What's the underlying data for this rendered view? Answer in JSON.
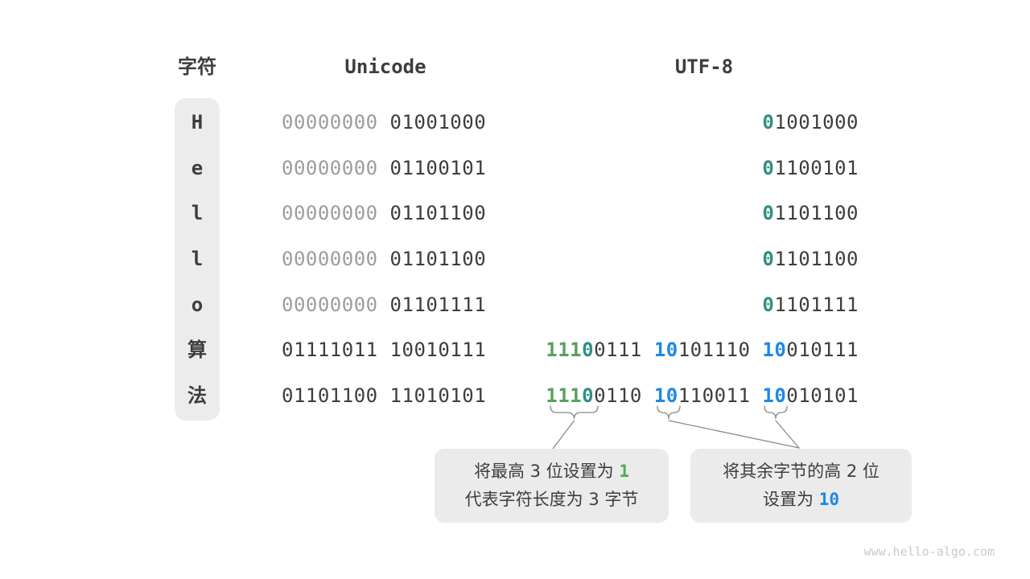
{
  "header": {
    "char": "字符",
    "unicode": "Unicode",
    "utf8": "UTF-8"
  },
  "rows": [
    {
      "char": "H",
      "unicode_hi": "00000000",
      "unicode_lo": "01001000",
      "utf8": {
        "first": "0",
        "rest": "1001000"
      }
    },
    {
      "char": "e",
      "unicode_hi": "00000000",
      "unicode_lo": "01100101",
      "utf8": {
        "first": "0",
        "rest": "1100101"
      }
    },
    {
      "char": "l",
      "unicode_hi": "00000000",
      "unicode_lo": "01101100",
      "utf8": {
        "first": "0",
        "rest": "1101100"
      }
    },
    {
      "char": "l",
      "unicode_hi": "00000000",
      "unicode_lo": "01101100",
      "utf8": {
        "first": "0",
        "rest": "1101100"
      }
    },
    {
      "char": "o",
      "unicode_hi": "00000000",
      "unicode_lo": "01101111",
      "utf8": {
        "first": "0",
        "rest": "1101111"
      }
    },
    {
      "char": "算",
      "unicode_hi": "01111011",
      "unicode_lo": "10010111",
      "utf8_3": {
        "g": "111",
        "t": "0",
        "r1": "0111",
        "p2": "10",
        "r2": "101110",
        "p3": "10",
        "r3": "010111"
      }
    },
    {
      "char": "法",
      "unicode_hi": "01101100",
      "unicode_lo": "11010101",
      "utf8_3": {
        "g": "111",
        "t": "0",
        "r1": "0110",
        "p2": "10",
        "r2": "110011",
        "p3": "10",
        "r3": "010101"
      }
    }
  ],
  "callouts": {
    "left": {
      "line1_prefix": "将最高 3 位设置为 ",
      "line1_highlight": "1",
      "line2": "代表字符长度为 3 字节"
    },
    "right": {
      "line1": "将其余字节的高 2 位",
      "line2_prefix": "设置为 ",
      "line2_highlight": "10"
    }
  },
  "watermark": "www.hello-algo.com",
  "colors": {
    "dark": "#3d3d3d",
    "gray": "#9c9c9c",
    "teal": "#2f8f82",
    "green": "#5a9f5d",
    "accentgreen": "#4caf50",
    "blue": "#1e88e5",
    "pillbg": "#ececec",
    "boxbg": "#ebebeb",
    "line": "#8a8a8a",
    "watermark": "#c9c9c9"
  }
}
